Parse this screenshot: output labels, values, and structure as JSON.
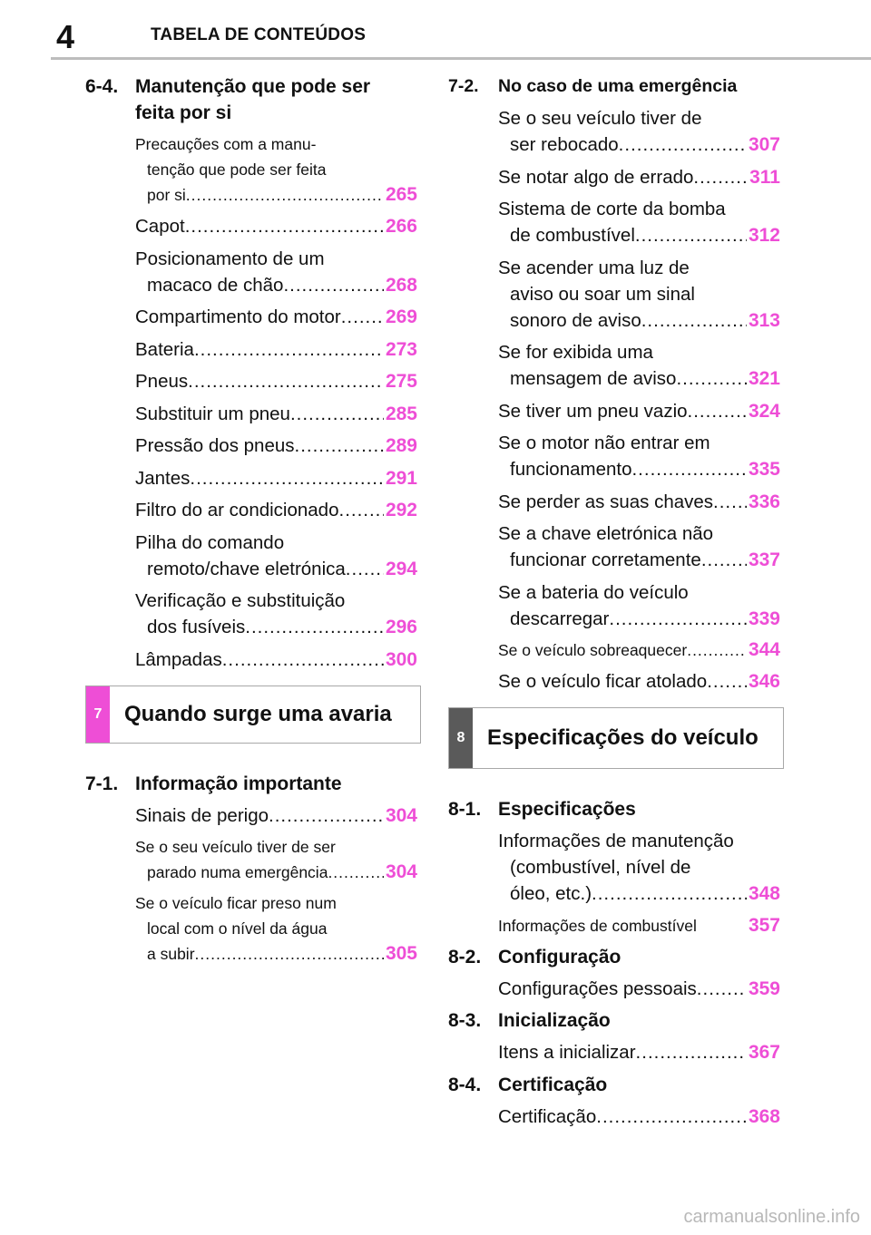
{
  "header": {
    "page_number": "4",
    "title": "TABELA DE CONTEÚDOS"
  },
  "left": [
    {
      "kind": "section",
      "num": "6-4.",
      "title_lines": [
        "Manutenção que pode ser",
        "feita por si"
      ]
    },
    {
      "kind": "entry",
      "small": true,
      "lines": [
        "Precauções com a manu-",
        "tenção que pode ser feita",
        "por si"
      ],
      "page": "265"
    },
    {
      "kind": "entry",
      "lines": [
        "Capot"
      ],
      "page": "266"
    },
    {
      "kind": "entry",
      "lines": [
        "Posicionamento de um",
        "macaco de chão"
      ],
      "page": "268"
    },
    {
      "kind": "entry",
      "lines": [
        "Compartimento do motor"
      ],
      "page": "269"
    },
    {
      "kind": "entry",
      "lines": [
        "Bateria"
      ],
      "page": "273"
    },
    {
      "kind": "entry",
      "lines": [
        "Pneus"
      ],
      "page": "275"
    },
    {
      "kind": "entry",
      "lines": [
        "Substituir um pneu"
      ],
      "page": "285"
    },
    {
      "kind": "entry",
      "lines": [
        "Pressão dos pneus"
      ],
      "page": "289"
    },
    {
      "kind": "entry",
      "lines": [
        "Jantes"
      ],
      "page": "291"
    },
    {
      "kind": "entry",
      "lines": [
        "Filtro do ar condicionado"
      ],
      "page": "292"
    },
    {
      "kind": "entry",
      "lines": [
        "Pilha do comando",
        "remoto/chave eletrónica"
      ],
      "page": "294"
    },
    {
      "kind": "entry",
      "lines": [
        "Verificação e substituição",
        "dos fusíveis"
      ],
      "page": "296"
    },
    {
      "kind": "entry",
      "lines": [
        "Lâmpadas"
      ],
      "page": "300"
    },
    {
      "kind": "chapter",
      "num": "7",
      "title": "Quando surge uma avaria",
      "dark": false
    },
    {
      "kind": "section",
      "num": "7-1.",
      "title_lines": [
        "Informação importante"
      ]
    },
    {
      "kind": "entry",
      "lines": [
        "Sinais de perigo"
      ],
      "page": "304"
    },
    {
      "kind": "entry",
      "small": true,
      "lines": [
        "Se o seu veículo tiver de ser",
        "parado numa emergência"
      ],
      "page": "304"
    },
    {
      "kind": "entry",
      "small": true,
      "lines": [
        "Se o veículo ficar preso num",
        "local com o nível da água",
        "a subir"
      ],
      "page": "305"
    }
  ],
  "right": [
    {
      "kind": "section",
      "small": true,
      "num": "7-2.",
      "title_lines": [
        "No caso de uma emergência"
      ]
    },
    {
      "kind": "entry",
      "lines": [
        "Se o seu veículo tiver de",
        "ser rebocado"
      ],
      "page": "307"
    },
    {
      "kind": "entry",
      "lines": [
        "Se notar algo de errado"
      ],
      "page": "311"
    },
    {
      "kind": "entry",
      "lines": [
        "Sistema de corte da bomba",
        "de combustível"
      ],
      "page": "312"
    },
    {
      "kind": "entry",
      "lines": [
        "Se acender uma luz de",
        "aviso ou soar um sinal",
        "sonoro de aviso"
      ],
      "page": "313"
    },
    {
      "kind": "entry",
      "lines": [
        "Se for exibida uma",
        "mensagem de aviso"
      ],
      "page": "321"
    },
    {
      "kind": "entry",
      "lines": [
        "Se tiver um pneu vazio"
      ],
      "page": "324"
    },
    {
      "kind": "entry",
      "lines": [
        "Se o motor não entrar em",
        "funcionamento"
      ],
      "page": "335"
    },
    {
      "kind": "entry",
      "lines": [
        "Se perder as suas chaves"
      ],
      "page": "336"
    },
    {
      "kind": "entry",
      "lines": [
        "Se a chave eletrónica não",
        "funcionar corretamente"
      ],
      "page": "337"
    },
    {
      "kind": "entry",
      "lines": [
        "Se a bateria do veículo",
        "descarregar"
      ],
      "page": "339"
    },
    {
      "kind": "entry",
      "lines": [
        "Se o veículo sobreaquecer"
      ],
      "page": "344",
      "small": true
    },
    {
      "kind": "entry",
      "lines": [
        "Se o veículo ficar atolado"
      ],
      "page": "346"
    },
    {
      "kind": "chapter",
      "num": "8",
      "title": "Especificações do veículo",
      "dark": true
    },
    {
      "kind": "section",
      "num": "8-1.",
      "title_lines": [
        "Especificações"
      ]
    },
    {
      "kind": "entry",
      "lines": [
        "Informações de manutenção",
        "(combustível, nível de",
        "óleo, etc.)"
      ],
      "page": "348"
    },
    {
      "kind": "entry",
      "small": true,
      "lines": [
        "Informações de combustível"
      ],
      "page": "357",
      "nodots": true
    },
    {
      "kind": "section",
      "num": "8-2.",
      "title_lines": [
        "Configuração"
      ]
    },
    {
      "kind": "entry",
      "lines": [
        "Configurações pessoais"
      ],
      "page": "359"
    },
    {
      "kind": "section",
      "num": "8-3.",
      "title_lines": [
        "Inicialização"
      ]
    },
    {
      "kind": "entry",
      "lines": [
        "Itens a inicializar"
      ],
      "page": "367"
    },
    {
      "kind": "section",
      "num": "8-4.",
      "title_lines": [
        "Certificação"
      ]
    },
    {
      "kind": "entry",
      "lines": [
        "Certificação"
      ],
      "page": "368"
    }
  ],
  "footer": {
    "watermark": "carmanualsonline.info"
  }
}
